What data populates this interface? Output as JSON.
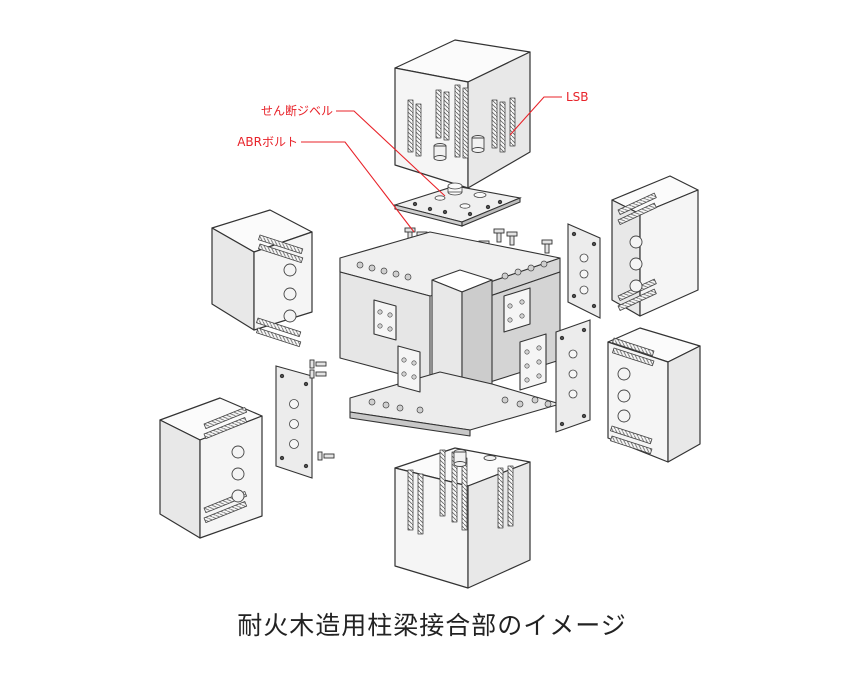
{
  "callouts": {
    "shear_dowel": "せん断ジベル",
    "abr_bolt": "ABRボルト",
    "lsb": "LSB"
  },
  "caption": "耐火木造用柱梁接合部のイメージ",
  "colors": {
    "callout_red": "#e8232a",
    "outline": "#333333",
    "block_face": "#f5f5f5",
    "block_side": "#e6e6e6",
    "steel": "#dcdcdc",
    "steel_dark": "#9a9a9a"
  }
}
